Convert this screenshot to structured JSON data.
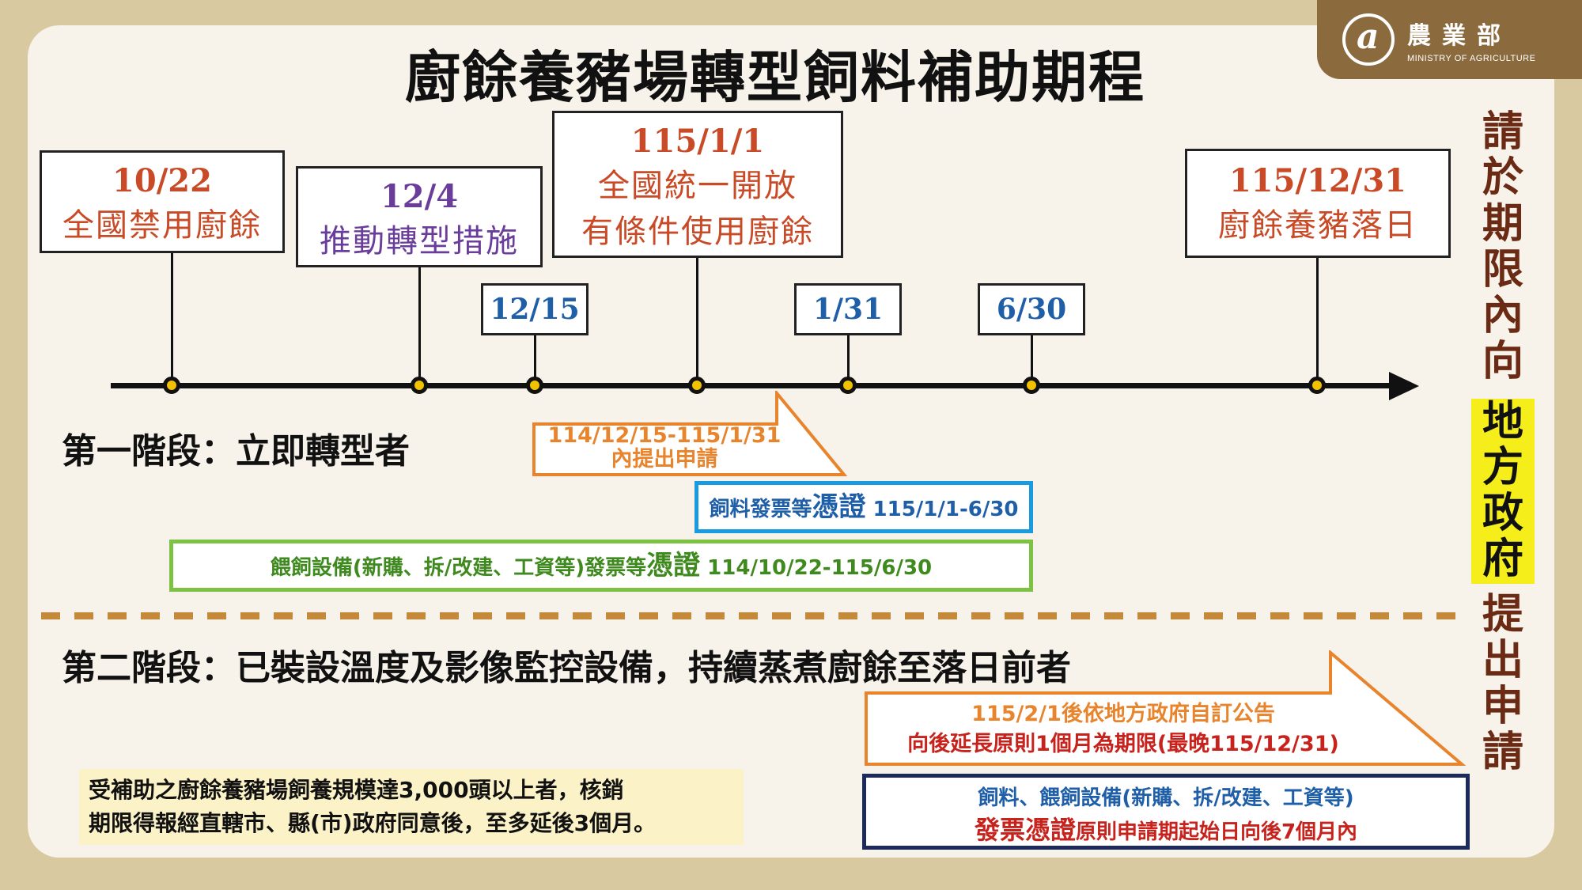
{
  "title": "廚餘養豬場轉型飼料補助期程",
  "logo": {
    "cn": "農業部",
    "en": "MINISTRY OF AGRICULTURE"
  },
  "events": [
    {
      "date": "10/22",
      "label": "全國禁用廚餘"
    },
    {
      "date": "12/4",
      "label": "推動轉型措施"
    },
    {
      "date": "115/1/1",
      "label1": "全國統一開放",
      "label2": "有條件使用廚餘"
    },
    {
      "date": "115/12/31",
      "label": "廚餘養豬落日"
    }
  ],
  "small_dates": [
    "12/15",
    "1/31",
    "6/30"
  ],
  "stage1": {
    "title": "第一階段：立即轉型者",
    "arrow_line1": "114/12/15-115/1/31",
    "arrow_line2": "內提出申請",
    "feed_bar_a": "飼料發票等",
    "feed_bar_b": "憑證",
    "feed_bar_c": " 115/1/1-6/30",
    "equip_bar_a": "餵飼設備(新購、拆/改建、工資等)發票等",
    "equip_bar_b": "憑證",
    "equip_bar_c": "  114/10/22-115/6/30"
  },
  "stage2": {
    "title": "第二階段：已裝設溫度及影像監控設備，持續蒸煮廚餘至落日前者",
    "arrow_line1": "115/2/1後依地方政府自訂公告",
    "arrow_line2": "向後延長原則1個月為期限(最晚115/12/31)",
    "box_line1": "飼料、餵飼設備(新購、拆/改建、工資等)",
    "box_line2a": "發票憑證",
    "box_line2b": "原則申請期起始日向後7個月內"
  },
  "side_text": {
    "top": "請於期限內向",
    "highlight": "地方政府",
    "bottom": "提出申請"
  },
  "note": {
    "line1": "受補助之廚餘養豬場飼養規模達3,000頭以上者，核銷",
    "line2": "期限得報經直轄市、縣(市)政府同意後，至多延後3個月。"
  },
  "colors": {
    "red": "#c84a26",
    "purple": "#6a3d9a",
    "blue": "#1f5fa8",
    "orange": "#e8842c",
    "green": "#7dc242",
    "navy": "#1c2a5c",
    "highlight": "#f5ee1a"
  }
}
